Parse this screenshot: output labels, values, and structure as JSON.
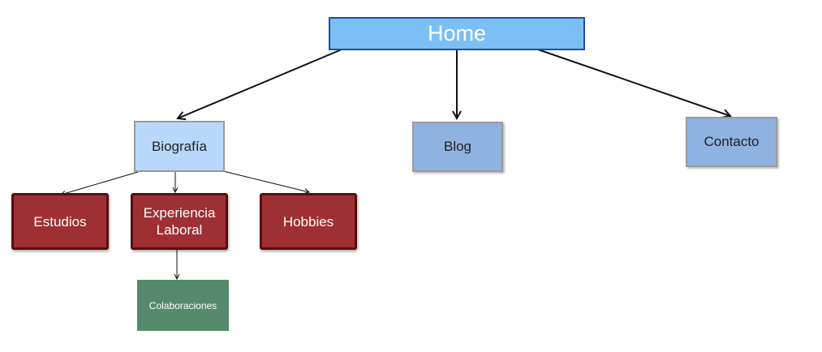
{
  "nodes": {
    "home": "Home",
    "biografia": "Biografía",
    "blog": "Blog",
    "contacto": "Contacto",
    "estudios": "Estudios",
    "experiencia_line1": "Experiencia",
    "experiencia_line2": "Laboral",
    "hobbies": "Hobbies",
    "colaboraciones": "Colaboraciones"
  },
  "edges": [
    {
      "from": "Home",
      "to": "Biografía"
    },
    {
      "from": "Home",
      "to": "Blog"
    },
    {
      "from": "Home",
      "to": "Contacto"
    },
    {
      "from": "Biografía",
      "to": "Estudios"
    },
    {
      "from": "Biografía",
      "to": "Experiencia Laboral"
    },
    {
      "from": "Biografía",
      "to": "Hobbies"
    },
    {
      "from": "Experiencia Laboral",
      "to": "Colaboraciones"
    }
  ],
  "colors": {
    "home_fill": "#7bbff5",
    "home_border": "#1f4fa0",
    "level1_fill": "#8fb3e0",
    "biografia_fill": "#b7d8fb",
    "level2_fill": "#9e3033",
    "level3_fill": "#558a6c"
  }
}
